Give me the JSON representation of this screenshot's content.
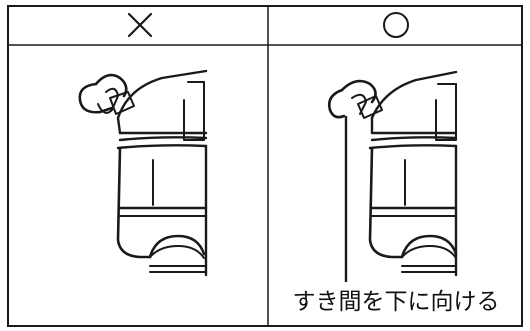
{
  "columns": [
    {
      "header_mark": "cross",
      "header_meaning": "incorrect",
      "illustration": "bottle-with-cap-loop-closed-against-body"
    },
    {
      "header_mark": "circle",
      "header_meaning": "correct",
      "illustration": "bottle-with-cap-loop-leaving-gap",
      "callout": "すき間を下に向ける"
    }
  ],
  "colors": {
    "line": "#1a1a1a",
    "background": "#ffffff"
  }
}
